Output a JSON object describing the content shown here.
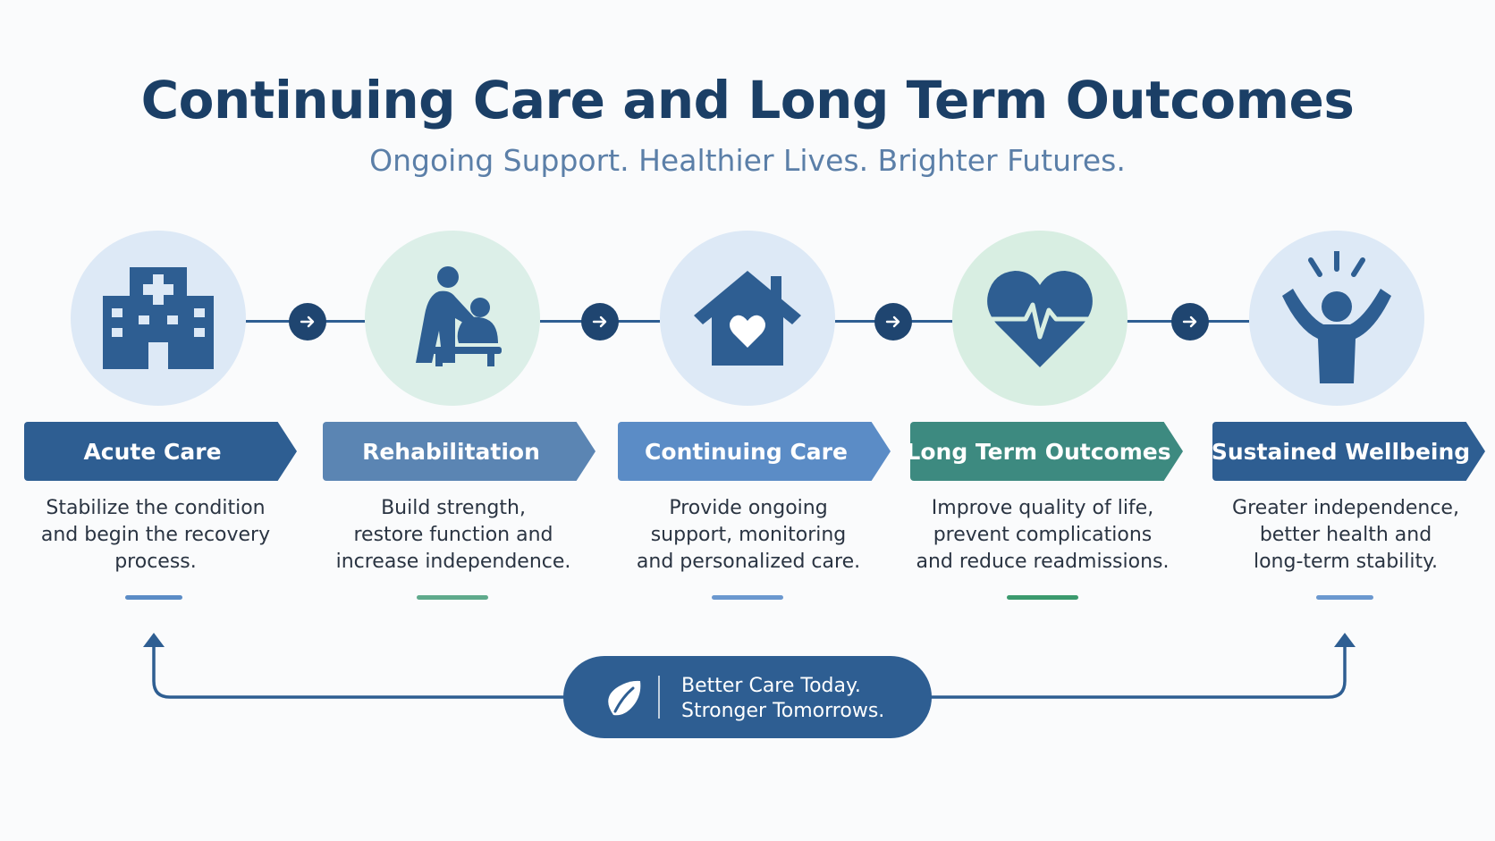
{
  "header": {
    "title": "Continuing Care and Long Term Outcomes",
    "subtitle": "Ongoing Support. Healthier Lives. Brighter Futures."
  },
  "stages": [
    {
      "icon": "hospital-icon",
      "label": "Acute Care",
      "description": [
        "Stabilize the condition",
        "and begin the recovery",
        "process."
      ],
      "banner_color": "#2e5e92",
      "circle_color": "#dde9f6",
      "underline_color": "#5b8cc6"
    },
    {
      "icon": "rehabilitation-icon",
      "label": "Rehabilitation",
      "description": [
        "Build strength,",
        "restore function and",
        "increase independence."
      ],
      "banner_color": "#5b85b3",
      "circle_color": "#dcefe8",
      "underline_color": "#5faa8c"
    },
    {
      "icon": "home-heart-icon",
      "label": "Continuing Care",
      "description": [
        "Provide ongoing",
        "support, monitoring",
        "and personalized care."
      ],
      "banner_color": "#5b8cc6",
      "circle_color": "#dde9f6",
      "underline_color": "#6b98cf"
    },
    {
      "icon": "heartbeat-icon",
      "label": "Long Term Outcomes",
      "description": [
        "Improve quality of life,",
        "prevent complications",
        "and reduce readmissions."
      ],
      "banner_color": "#3d8a80",
      "circle_color": "#d8eee2",
      "underline_color": "#3b9a6e"
    },
    {
      "icon": "celebrating-person-icon",
      "label": "Sustained Wellbeing",
      "description": [
        "Greater independence,",
        "better health and",
        "long-term stability."
      ],
      "banner_color": "#2e5e92",
      "circle_color": "#dde9f6",
      "underline_color": "#6b98cf"
    }
  ],
  "footer": {
    "icon": "leaf-icon",
    "line1": "Better Care Today.",
    "line2": "Stronger Tomorrows."
  },
  "colors": {
    "title": "#1b3f66",
    "subtitle": "#5b7fa8",
    "icon": "#2e5e92",
    "connector": "#2e5e92",
    "arrow_node": "#1f4570",
    "pill": "#2e5e92"
  }
}
